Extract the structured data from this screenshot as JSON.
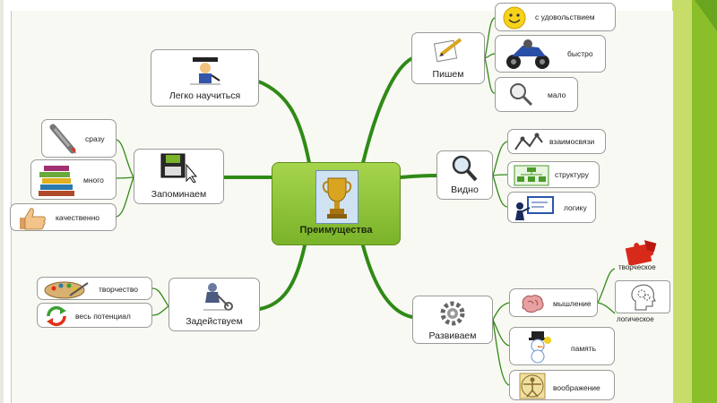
{
  "center": {
    "label": "Преимущества"
  },
  "branches": {
    "learn": "Легко научиться",
    "write": "Пишем",
    "see": "Видно",
    "remember": "Запоминаем",
    "use": "Задействуем",
    "develop": "Развиваем"
  },
  "leaves": {
    "write": [
      "с удовольствием",
      "быстро",
      "мало"
    ],
    "see": [
      "взаимосвязи",
      "структуру",
      "логику"
    ],
    "remember": [
      "сразу",
      "много",
      "качественно"
    ],
    "use": [
      "творчество",
      "весь потенциал"
    ],
    "develop": [
      "мышление",
      "память",
      "воображение"
    ],
    "thinking": [
      "творческое",
      "логическое"
    ]
  },
  "colors": {
    "link": "#2f8a16",
    "center_fill": "#8cc43a",
    "accent_right": "#8bbf2a"
  },
  "icons": [
    "graduate-icon",
    "paper-pencil-icon",
    "smiley-icon",
    "motorcycle-icon",
    "magnifier-icon",
    "network-icon",
    "org-chart-icon",
    "presentation-icon",
    "floppy-disk-icon",
    "pen-icon",
    "books-icon",
    "thumbs-up-icon",
    "palette-icon",
    "recycle-icon",
    "worker-icon",
    "gear-icon",
    "brain-icon",
    "snowman-icon",
    "vitruvian-icon",
    "puzzle-icon",
    "head-gears-icon",
    "trophy-icon"
  ]
}
